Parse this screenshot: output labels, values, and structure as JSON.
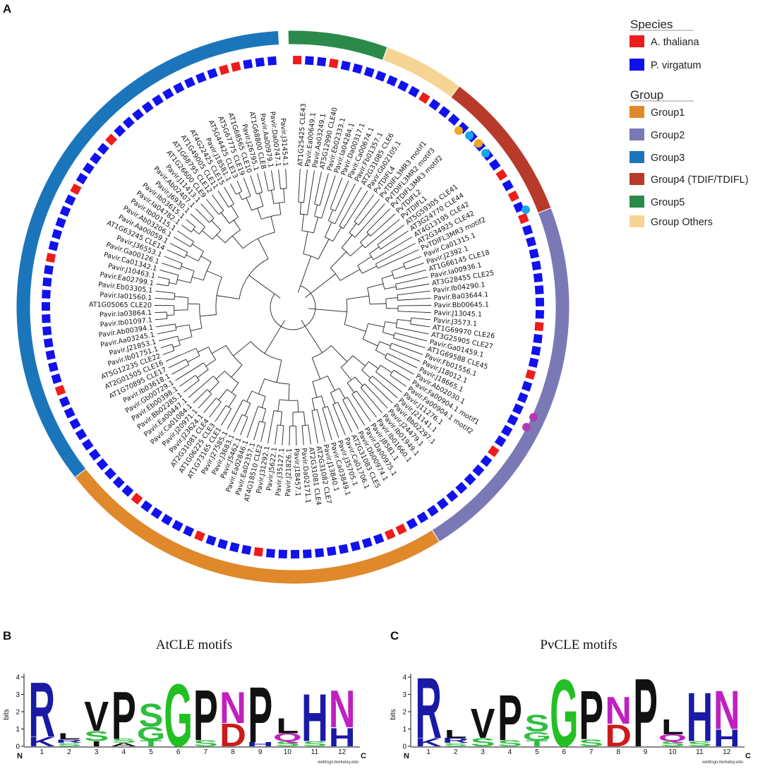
{
  "panels": {
    "a": "A",
    "b": "B",
    "c": "C"
  },
  "legend": {
    "species_title": "Species",
    "species": [
      {
        "label": "A. thaliana",
        "color": "#ee1c1c"
      },
      {
        "label": "P. virgatum",
        "color": "#1111ee"
      }
    ],
    "group_title": "Group",
    "groups": [
      {
        "label": "Group1",
        "color": "#e0892b"
      },
      {
        "label": "Group2",
        "color": "#7b79b5"
      },
      {
        "label": "Group3",
        "color": "#1b75bb"
      },
      {
        "label": "Group4 (TDIF/TDIFL)",
        "color": "#b83a2b"
      },
      {
        "label": "Group5",
        "color": "#2b8a4a"
      },
      {
        "label": "Group Others",
        "color": "#f6d594"
      }
    ]
  },
  "tree": {
    "leaves": [
      "AT1G25425 CLE43",
      "Pavir.Ea00649.1",
      "Pavir.Aa03249.1",
      "AT5G12990 CLE40",
      "Pavir.Eb02333.1",
      "Pavir.Ia04284.1",
      "Pavir.Da00317.1",
      "Pavir.Ca00674.1",
      "Pavir.Fb01357.1",
      "AT2G31085 CLE6",
      "Pavir.Gb02105.1",
      "PvTDIFL4",
      "PvTDIFL3MR3 motif1",
      "PvTDIFL3MR2 motif3",
      "PvTDIFL3MR3 motif2",
      "PvTDIFL2",
      "PvTDIFL1",
      "AT5G59305 CLE41",
      "AT3G24770 CLE44",
      "AT4G13195 CLE42",
      "AT2G34925 CLE42",
      "PvTDIFL3MR3 motif2",
      "Pavir.Ca01315.1",
      "Pavir.J2392.1",
      "AT1G66145 CLE18",
      "Pavir.Ia00936.1",
      "AT3G28455 CLE25",
      "Pavir.Ib04290.1",
      "Pavir.Ba03644.1",
      "Pavir.Bb00645.1",
      "Pavir.J13045.1",
      "Pavir.J3573.1",
      "AT1G69970 CLE26",
      "AT3G25905 CLE27",
      "Pavir.Ga01459.1",
      "AT1G69588 CLE45",
      "Pavir.Fb01556.1",
      "Pavir.J18012.1",
      "Pavir.J18665.1",
      "Pavir.Ab02030.1",
      "Pavir.Fa00904.1 motif1",
      "Pavir.Fa00904.1 motif2",
      "Pavir.J11276.1",
      "Pavir.J21141.1",
      "Pavir.Bb02297.1",
      "Pavir.J24479.1",
      "Pavir.Ib01949.1",
      "Pavir.Ib01660.1",
      "Pavir.J8581.1",
      "Pavir.Da00975.1",
      "Pavir.Db00974.1",
      "AT2G31083 CLE5",
      "Pavir.Ca01706.1",
      "Pavir.J35705.1",
      "Pavir.Ca03849.1",
      "Pavir.J13840.1",
      "AT2G31082 CLE7",
      "AT2G31081 CLE4",
      "Pavir.Da02171.1",
      "Pavir.J18457.1",
      "Pavir.J21826.1",
      "Pavir.J35127.1",
      "Pavir.J5622.1",
      "Pavir.J31292.1",
      "AT4G18510 CLE2",
      "Pavir.Ea02357.1",
      "Pavir.Ea02846.1",
      "Pavir.J5462.1",
      "Pavir.J3683.1",
      "Pavir.J27585.1",
      "AT1G73165 CLE1",
      "AT1G06225 CLE3",
      "AT2G31081 CLE4",
      "Pavir.J23624.1",
      "Pavir.J20971.1",
      "Pavir.Ca01084.1",
      "Pavir.Ea00447.1",
      "Pavir.Bb02285.1",
      "Pavir.Eb00398.1",
      "Pavir.Gb00729.1",
      "Pavir.Ib03618.1",
      "AT1G70895 CLE17",
      "AT2G01505 CLE16",
      "AT5G12235 CLE22",
      "Pavir.Ib01751.1",
      "Pavir.J21853.1",
      "Pavir.Aa03245.1",
      "Pavir.Ab00394.1",
      "Pavir.Ib01097.1",
      "Pavir.Ia03864.1",
      "AT1G05065 CLE20",
      "Pavir.Ia01560.1",
      "Pavir.Eb03305.1",
      "Pavir.Ea02799.1",
      "Pavir.J10463.1",
      "Pavir.Ca01342.1",
      "Pavir.Ga00126.1",
      "Pavir.J36553.1",
      "AT1G63245 CLE14",
      "Pavir.Aa00059.1",
      "Pavir.Ab03206.1",
      "Pavir.Ib00115.1",
      "Pavir.Ia04782.1",
      "Pavir.Ib03615.1",
      "Pavir.J6930.1",
      "Pavir.Ab02407.1",
      "Pavir.J11413.1",
      "AT1G26600 CLE9",
      "AT1G68795 CLE12",
      "AT1G49005 CLE11",
      "AT4G22425 CLE15",
      "Pavir.J18581.1",
      "AT5G44425 CLE13",
      "AT5G67775 CLE19",
      "AT1G68565 CLE10",
      "Pavir.J26795.1",
      "AT1G68800 CLE8",
      "Pavir.Aa00979.1",
      "Pavir.Da00747.1",
      "Pavir.J31454.1"
    ],
    "dots": {
      "group4_color": "#f0a81e",
      "group4_blue": "#18a7e6",
      "motif_color": "#b33ab3"
    }
  },
  "logos": [
    {
      "title": "AtCLE motifs",
      "ylabel": "bits",
      "yticks": [
        "0",
        "1",
        "2",
        "3",
        "4"
      ],
      "ends": [
        "N",
        "C"
      ],
      "positions": [
        "1",
        "2",
        "3",
        "4",
        "5",
        "6",
        "7",
        "8",
        "9",
        "10",
        "11",
        "12"
      ],
      "credit": "weblogo.berkeley.edu",
      "columns": [
        [
          {
            "l": "R",
            "c": "#1a1aa6",
            "h": 3.25
          },
          {
            "l": "K",
            "c": "#1a1aa6",
            "h": 0.55
          }
        ],
        [
          {
            "l": "L",
            "c": "#111111",
            "h": 0.35
          },
          {
            "l": "S",
            "c": "#2fbf3f",
            "h": 0.2
          },
          {
            "l": "R",
            "c": "#1a1aa6",
            "h": 0.2
          }
        ],
        [
          {
            "l": "V",
            "c": "#111111",
            "h": 1.75
          },
          {
            "l": "S",
            "c": "#2fbf3f",
            "h": 0.6
          },
          {
            "l": "I",
            "c": "#111111",
            "h": 0.3
          }
        ],
        [
          {
            "l": "P",
            "c": "#111111",
            "h": 2.8
          },
          {
            "l": "S",
            "c": "#2fbf3f",
            "h": 0.25
          },
          {
            "l": "A",
            "c": "#111111",
            "h": 0.2
          }
        ],
        [
          {
            "l": "S",
            "c": "#2fbf3f",
            "h": 1.35
          },
          {
            "l": "G",
            "c": "#2fbf3f",
            "h": 0.8
          },
          {
            "l": "T",
            "c": "#2fbf3f",
            "h": 0.35
          }
        ],
        [
          {
            "l": "G",
            "c": "#22c022",
            "h": 3.7
          }
        ],
        [
          {
            "l": "P",
            "c": "#111111",
            "h": 3.0
          },
          {
            "l": "S",
            "c": "#2fbf3f",
            "h": 0.35
          }
        ],
        [
          {
            "l": "N",
            "c": "#c020c0",
            "h": 1.85
          },
          {
            "l": "D",
            "c": "#cc1a1a",
            "h": 1.35
          }
        ],
        [
          {
            "l": "P",
            "c": "#111111",
            "h": 3.3
          },
          {
            "l": "H",
            "c": "#1a1aa6",
            "h": 0.25
          }
        ],
        [
          {
            "l": "L",
            "c": "#111111",
            "h": 0.9
          },
          {
            "l": "Q",
            "c": "#c020c0",
            "h": 0.45
          },
          {
            "l": "S",
            "c": "#2fbf3f",
            "h": 0.3
          }
        ],
        [
          {
            "l": "H",
            "c": "#1a1aa6",
            "h": 2.8
          },
          {
            "l": "S",
            "c": "#2fbf3f",
            "h": 0.3
          }
        ],
        [
          {
            "l": "N",
            "c": "#c020c0",
            "h": 2.2
          },
          {
            "l": "H",
            "c": "#1a1aa6",
            "h": 1.1
          }
        ]
      ]
    },
    {
      "title": "PvCLE motifs",
      "ylabel": "bits",
      "yticks": [
        "0",
        "1",
        "2",
        "3",
        "4"
      ],
      "ends": [
        "N",
        "C"
      ],
      "positions": [
        "1",
        "2",
        "3",
        "4",
        "5",
        "6",
        "7",
        "8",
        "9",
        "10",
        "11",
        "12"
      ],
      "credit": "weblogo.berkeley.edu",
      "columns": [
        [
          {
            "l": "R",
            "c": "#1a1aa6",
            "h": 3.6
          },
          {
            "l": "K",
            "c": "#1a1aa6",
            "h": 0.5
          }
        ],
        [
          {
            "l": "L",
            "c": "#111111",
            "h": 0.45
          },
          {
            "l": "R",
            "c": "#1a1aa6",
            "h": 0.3
          },
          {
            "l": "S",
            "c": "#2fbf3f",
            "h": 0.2
          }
        ],
        [
          {
            "l": "V",
            "c": "#111111",
            "h": 1.75
          },
          {
            "l": "S",
            "c": "#2fbf3f",
            "h": 0.5
          }
        ],
        [
          {
            "l": "P",
            "c": "#111111",
            "h": 2.7
          },
          {
            "l": "S",
            "c": "#2fbf3f",
            "h": 0.35
          }
        ],
        [
          {
            "l": "S",
            "c": "#2fbf3f",
            "h": 1.0
          },
          {
            "l": "G",
            "c": "#2fbf3f",
            "h": 0.5
          },
          {
            "l": "T",
            "c": "#2fbf3f",
            "h": 0.35
          }
        ],
        [
          {
            "l": "G",
            "c": "#22c022",
            "h": 4.0
          }
        ],
        [
          {
            "l": "P",
            "c": "#111111",
            "h": 2.9
          },
          {
            "l": "S",
            "c": "#2fbf3f",
            "h": 0.4
          }
        ],
        [
          {
            "l": "N",
            "c": "#c020c0",
            "h": 1.6
          },
          {
            "l": "D",
            "c": "#cc1a1a",
            "h": 1.3
          }
        ],
        [
          {
            "l": "P",
            "c": "#111111",
            "h": 4.05
          }
        ],
        [
          {
            "l": "L",
            "c": "#111111",
            "h": 0.9
          },
          {
            "l": "Q",
            "c": "#c020c0",
            "h": 0.4
          },
          {
            "l": "S",
            "c": "#2fbf3f",
            "h": 0.3
          }
        ],
        [
          {
            "l": "H",
            "c": "#1a1aa6",
            "h": 2.9
          },
          {
            "l": "S",
            "c": "#2fbf3f",
            "h": 0.3
          }
        ],
        [
          {
            "l": "N",
            "c": "#c020c0",
            "h": 2.3
          },
          {
            "l": "H",
            "c": "#1a1aa6",
            "h": 1.0
          }
        ]
      ]
    }
  ]
}
